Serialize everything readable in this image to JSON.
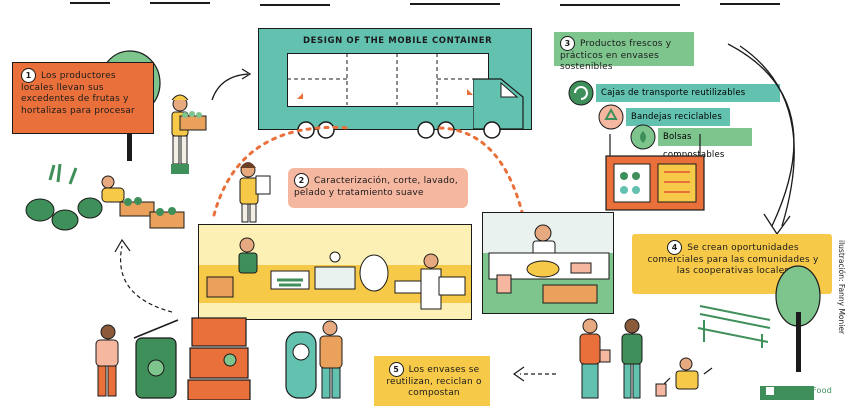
{
  "container": {
    "title": "DESIGN OF THE MOBILE CONTAINER"
  },
  "steps": [
    {
      "number": "1",
      "text": "Los productores locales llevan sus excedentes de frutas y hortalizas para procesar"
    },
    {
      "number": "2",
      "text": "Caracterización, corte, lavado, pelado y tratamiento suave"
    },
    {
      "number": "3",
      "text": "Productos frescos y prácticos en envases sostenibles"
    },
    {
      "number": "4",
      "text": "Se crean oportunidades comerciales para las comunidades y las cooperativas locales"
    },
    {
      "number": "5",
      "text": "Los envases se reutilizan, reciclan o compostan"
    }
  ],
  "packaging": [
    {
      "label": "Cajas de transporte reutilizables"
    },
    {
      "label": "Bandejas reciclables"
    },
    {
      "label": "Bolsas compostables"
    }
  ],
  "credit": "ilustración: Fanny Monier",
  "logo_text": "Food",
  "colors": {
    "orange": "#e9703a",
    "salmon": "#f6b7a0",
    "green": "#7dc48d",
    "teal": "#63c1b0",
    "yellow": "#f7c948",
    "cream": "#fdf0b5",
    "ink": "#1b1b1b"
  }
}
